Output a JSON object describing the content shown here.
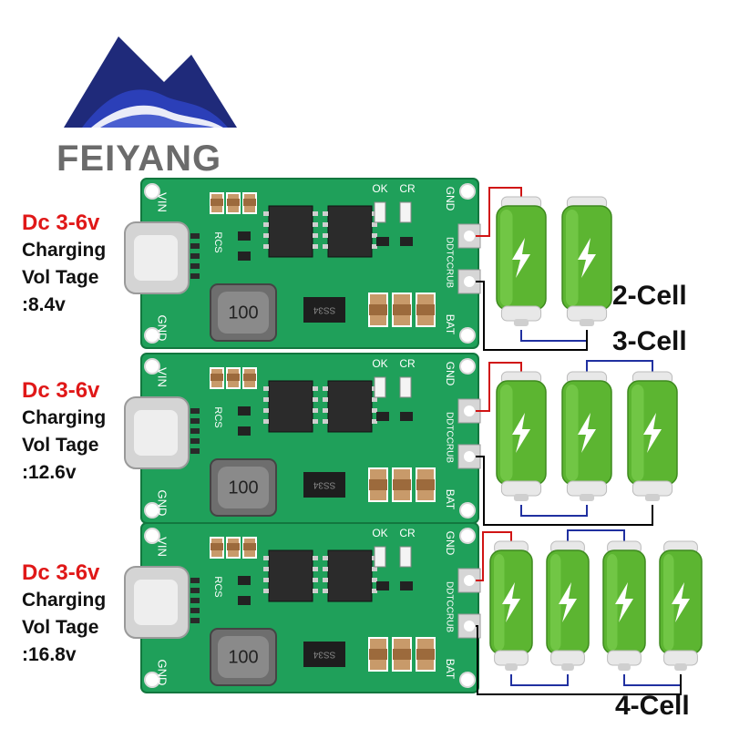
{
  "brand": {
    "name": "FEIYANG",
    "colors": {
      "logo_dark": "#1f2a7a",
      "logo_light": "#2b3fb8",
      "text": "#6b6b6b"
    }
  },
  "modules": [
    {
      "input": "Dc 3-6v",
      "line1": "Charging",
      "line2": "Vol Tage",
      "line3": ":8.4v",
      "cells": 2,
      "cell_label": "2-Cell"
    },
    {
      "input": "Dc 3-6v",
      "line1": "Charging",
      "line2": "Vol Tage",
      "line3": ":12.6v",
      "cells": 3,
      "cell_label": "3-Cell"
    },
    {
      "input": "Dc 3-6v",
      "line1": "Charging",
      "line2": "Vol Tage",
      "line3": ":16.8v",
      "cells": 4,
      "cell_label": "4-Cell"
    }
  ],
  "pcb": {
    "inductor_label": "100",
    "diode_label": "SS34",
    "pin_vin": "VIN",
    "pin_gnd": "GND",
    "pin_bat": "BAT",
    "pin_gnd_right": "GND",
    "pin_dtc": "DDTCCRUB",
    "led_ok": "OK",
    "led_cr": "CR",
    "rcs_label": "RCS",
    "board_color": "#1fa05a"
  },
  "battery": {
    "body_color": "#5cb531",
    "cap_color": "#e8e8e8",
    "bolt_color": "#ffffff"
  },
  "wires": {
    "positive": "#d01414",
    "negative": "#2030a0",
    "ground": "#000000"
  }
}
